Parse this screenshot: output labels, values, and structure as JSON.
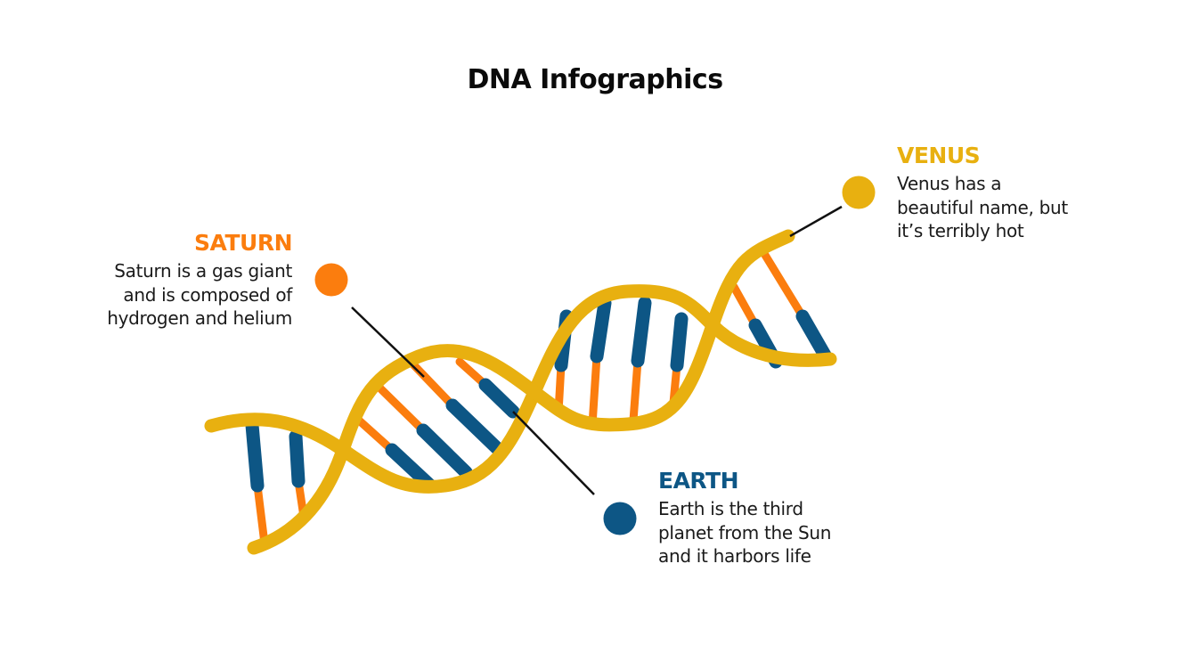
{
  "title": "DNA Infographics",
  "colors": {
    "strand": "#e8b010",
    "base_orange": "#fb7d0e",
    "base_blue": "#0d5685",
    "saturn": "#fb7d0e",
    "venus": "#e8b010",
    "earth": "#0d5685",
    "leader_line": "#111111"
  },
  "callouts": [
    {
      "id": "saturn",
      "heading": "SATURN",
      "lines": [
        "Saturn is a gas giant",
        "and is composed of",
        "hydrogen and helium"
      ],
      "marker_color": "#fb7d0e"
    },
    {
      "id": "venus",
      "heading": "VENUS",
      "lines": [
        "Venus has a",
        "beautiful name, but",
        "it’s terribly hot"
      ],
      "marker_color": "#e8b010"
    },
    {
      "id": "earth",
      "heading": "EARTH",
      "lines": [
        "Earth is the third",
        "planet from the Sun",
        "and it harbors life"
      ],
      "marker_color": "#0d5685"
    }
  ]
}
